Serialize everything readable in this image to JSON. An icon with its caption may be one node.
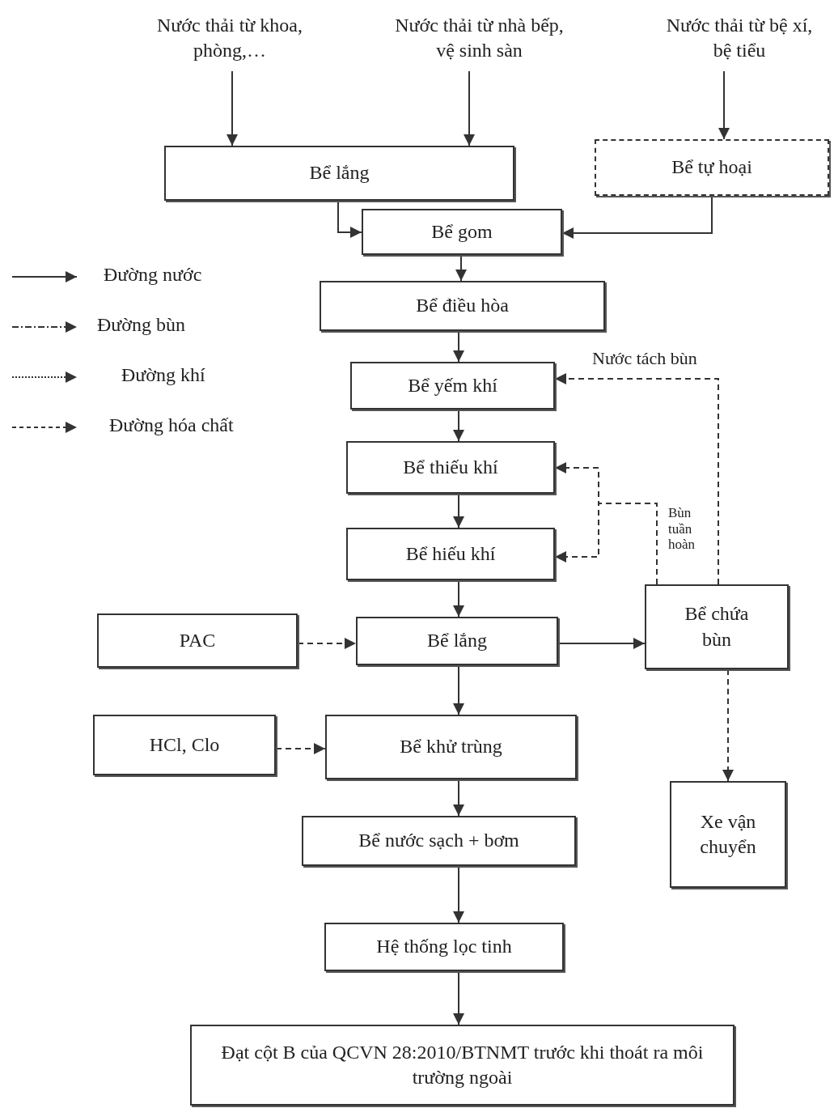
{
  "diagram": {
    "nodes": [
      {
        "text": [
          "Nước thải từ khoa, phòng,…"
        ]
      },
      {
        "text": [
          "Nước thải từ nhà bếp, vệ sinh sàn"
        ]
      },
      {
        "text": [
          "Nước thải từ bệ xí, bệ tiểu"
        ]
      },
      {
        "text": [
          "Bể lắng"
        ]
      },
      {
        "text": [
          "Bể tự hoại"
        ]
      },
      {
        "text": [
          "Bể gom"
        ]
      },
      {
        "text": [
          "Bể điều hòa"
        ]
      },
      {
        "text": [
          "Bể yếm khí"
        ]
      },
      {
        "text": [
          "Bể thiếu khí"
        ]
      },
      {
        "text": [
          "Bể hiếu khí"
        ]
      },
      {
        "text": [
          "PAC"
        ]
      },
      {
        "text": [
          "Bể lắng"
        ]
      },
      {
        "text": [
          "Bể chứa bùn"
        ]
      },
      {
        "text": [
          "HCl, Clo"
        ]
      },
      {
        "text": [
          "Bể khử trùng"
        ]
      },
      {
        "text": [
          "Bể nước sạch + bơm"
        ]
      },
      {
        "text": [
          "Xe vận chuyển"
        ]
      },
      {
        "text": [
          "Hệ thống lọc tinh"
        ]
      },
      {
        "text": [
          "Đạt cột B của QCVN 28:2010/BTNMT trước khi thoát ra môi trường ngoài"
        ]
      }
    ],
    "edges": [
      {
        "from": 0,
        "to": 3,
        "arrow": "to"
      },
      {
        "from": 1,
        "to": 3,
        "arrow": "to"
      },
      {
        "from": 2,
        "to": 4,
        "arrow": "to"
      },
      {
        "from": 3,
        "to": 5,
        "arrow": "to"
      },
      {
        "from": 4,
        "to": 5,
        "arrow": "to"
      },
      {
        "from": 5,
        "to": 6,
        "arrow": "to"
      },
      {
        "from": 6,
        "to": 7,
        "arrow": "to"
      },
      {
        "from": 7,
        "to": 8,
        "arrow": "to"
      },
      {
        "from": 8,
        "to": 9,
        "arrow": "to"
      },
      {
        "from": 9,
        "to": 11,
        "arrow": "to"
      },
      {
        "from": 10,
        "to": 11,
        "arrow": "to",
        "style": "dashed"
      },
      {
        "from": 11,
        "to": 12,
        "arrow": "to"
      },
      {
        "from": 11,
        "to": 14,
        "arrow": "to"
      },
      {
        "from": 13,
        "to": 14,
        "arrow": "to",
        "style": "dashed"
      },
      {
        "from": 14,
        "to": 15,
        "arrow": "to"
      },
      {
        "from": 15,
        "to": 17,
        "arrow": "to"
      },
      {
        "from": 17,
        "to": 18,
        "arrow": "to"
      },
      {
        "from": 12,
        "to": 7,
        "arrow": "to",
        "style": "dashed",
        "label": "Nước tách bùn"
      },
      {
        "from": 12,
        "to": 8,
        "arrow": "to",
        "style": "dashed",
        "label": "Bùn tuần hoàn"
      },
      {
        "from": 12,
        "to": 9,
        "arrow": "to",
        "style": "dashed"
      },
      {
        "from": 12,
        "to": 16,
        "arrow": "to",
        "style": "dashed"
      }
    ],
    "legend": [
      {
        "text": "Đường nước"
      },
      {
        "text": "Đường bùn"
      },
      {
        "text": "Đường khí"
      },
      {
        "text": "Đường hóa chất"
      }
    ]
  }
}
